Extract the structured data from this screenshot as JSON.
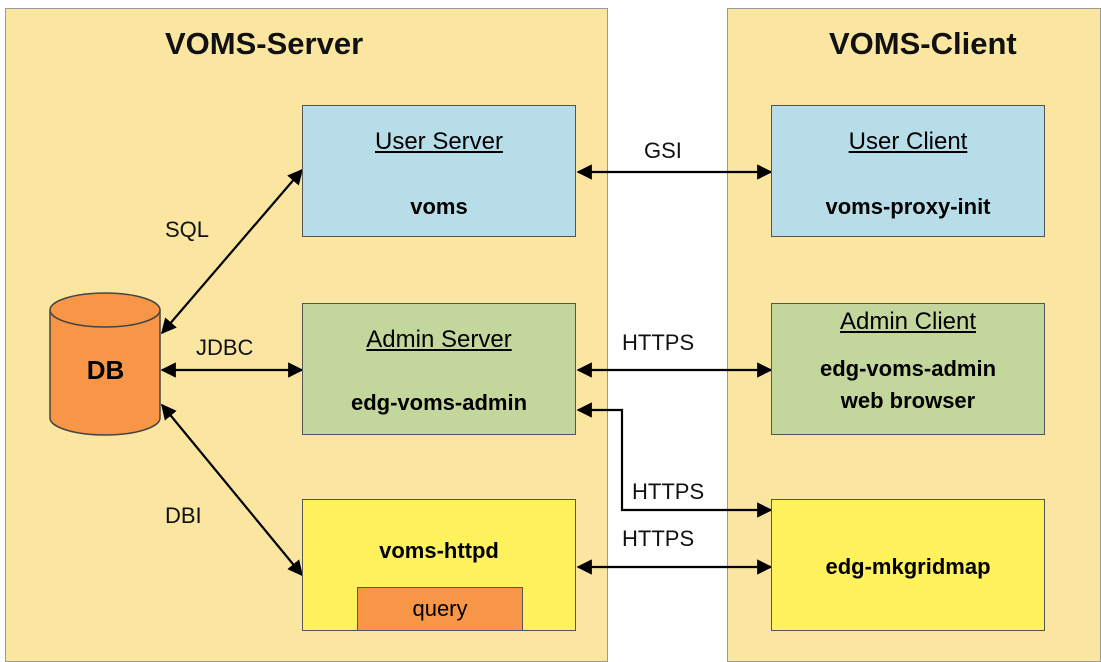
{
  "server": {
    "title": "VOMS-Server"
  },
  "client": {
    "title": "VOMS-Client"
  },
  "db": {
    "label": "DB"
  },
  "boxes": {
    "user_server": {
      "label": "User Server",
      "value": "voms"
    },
    "admin_server": {
      "label": "Admin Server",
      "value": "edg-voms-admin"
    },
    "httpd": {
      "value": "voms-httpd",
      "query": "query"
    },
    "user_client": {
      "label": "User Client",
      "value": "voms-proxy-init"
    },
    "admin_client": {
      "label": "Admin Client",
      "value_line1": "edg-voms-admin",
      "value_line2": "web browser"
    },
    "mkgridmap": {
      "value": "edg-mkgridmap"
    }
  },
  "edges": {
    "sql": "SQL",
    "jdbc": "JDBC",
    "dbi": "DBI",
    "gsi": "GSI",
    "https_admin": "HTTPS",
    "https_mkgridmap_admin": "HTTPS",
    "https_mkgridmap_httpd": "HTTPS"
  },
  "colors": {
    "panel": "#fbe6a1",
    "user_boxes": "#b7dde8",
    "admin_boxes": "#c3d69b",
    "httpd_boxes": "#fff25d",
    "db_and_query": "#f79646"
  }
}
